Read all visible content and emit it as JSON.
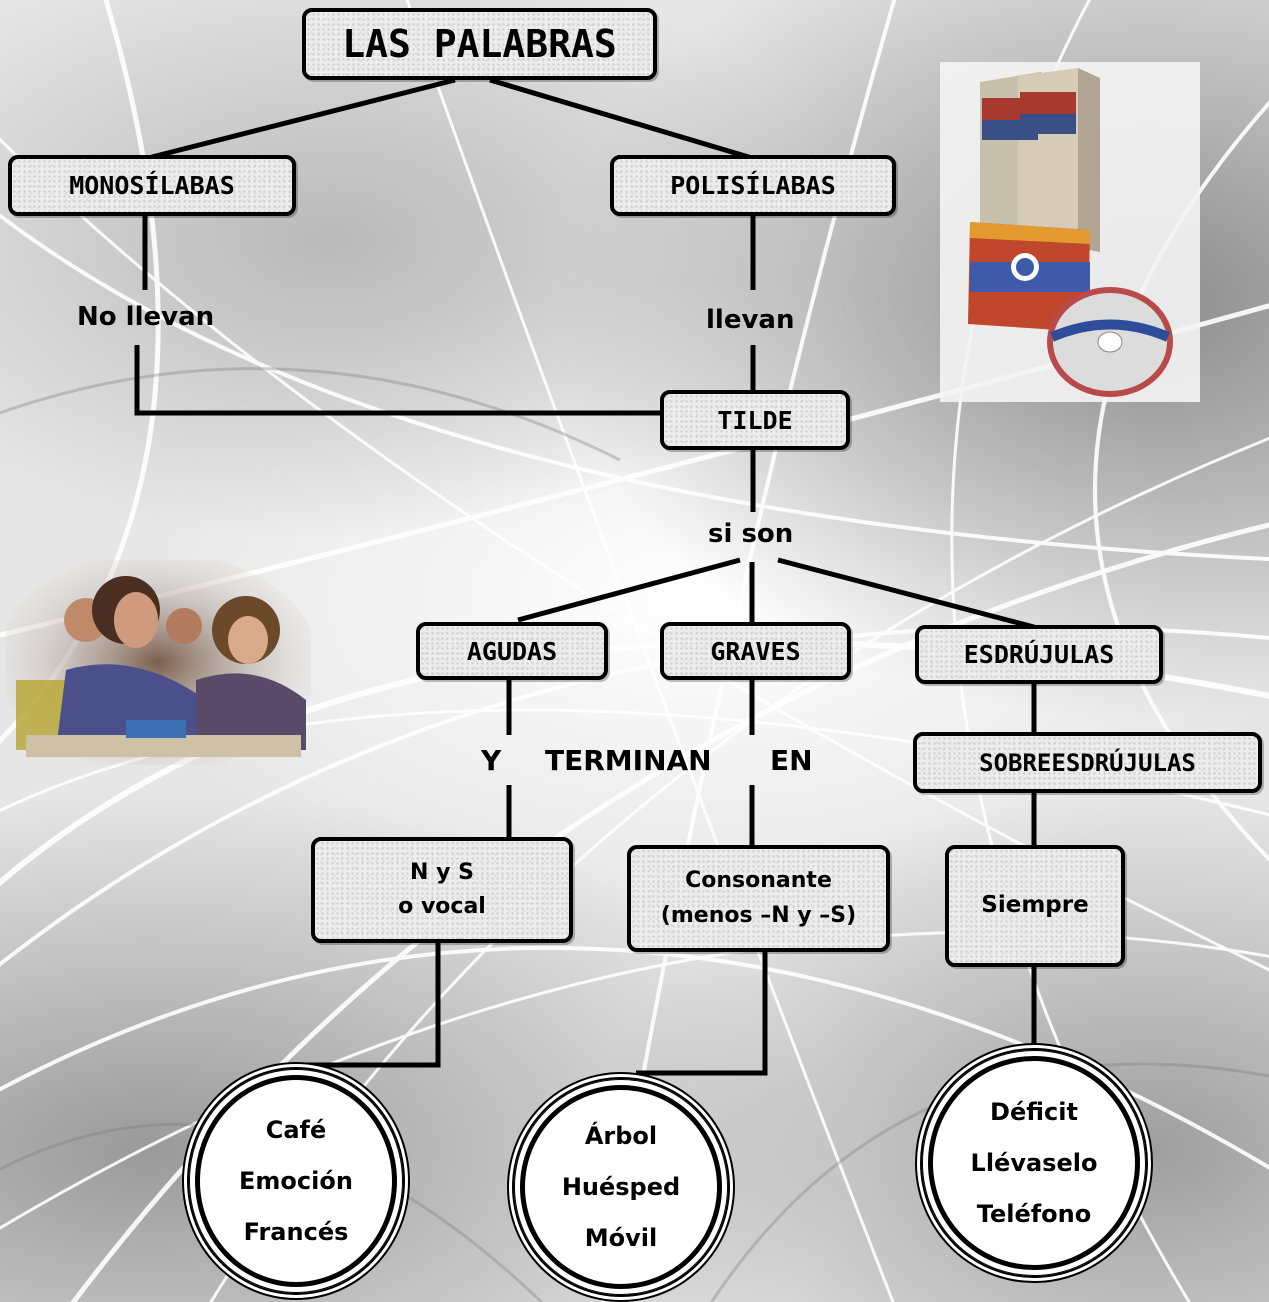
{
  "diagram": {
    "root": "LAS PALABRAS",
    "monosilabas": "MONOSÍLABAS",
    "polisilabas": "POLISÍLABAS",
    "no_llevan": "No llevan",
    "llevan": "llevan",
    "tilde": "TILDE",
    "si_son": "si son",
    "agudas": "AGUDAS",
    "graves": "GRAVES",
    "esdrujulas": "ESDRÚJULAS",
    "sobreesdrujulas": "SOBREESDRÚJULAS",
    "y": "Y",
    "terminan": "TERMINAN",
    "en": "EN",
    "agudas_rule": {
      "line1": "N y S",
      "line2": "o vocal"
    },
    "graves_rule": {
      "line1": "Consonante",
      "line2": "(menos –N y –S)"
    },
    "esdrujulas_rule": "Siempre",
    "examples": {
      "agudas": [
        "Café",
        "Emoción",
        "Francés"
      ],
      "graves": [
        "Árbol",
        "Huésped",
        "Móvil"
      ],
      "esdrujulas": [
        "Déficit",
        "Llévaselo",
        "Teléfono"
      ]
    }
  },
  "images": {
    "books": "dictionary-books-with-cd",
    "students": "students-in-classroom"
  }
}
